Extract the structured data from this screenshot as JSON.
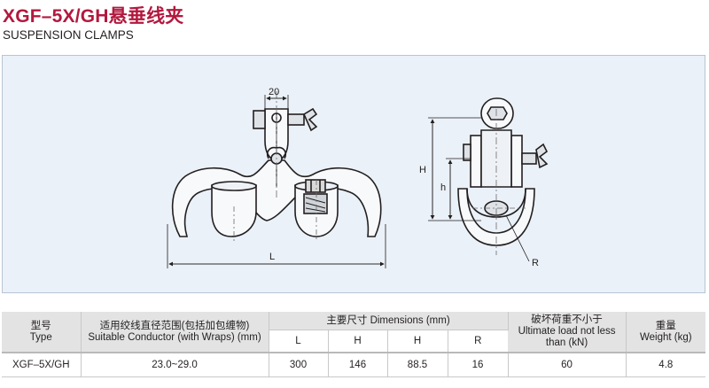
{
  "header": {
    "title": "XGF–5X/GH悬垂线夹",
    "subtitle": "SUSPENSION CLAMPS"
  },
  "drawing": {
    "dim_20": "20",
    "dim_L": "L",
    "dim_H": "H",
    "dim_h": "h",
    "dim_R": "R"
  },
  "table": {
    "col_type_zh": "型号",
    "col_type_en": "Type",
    "col_conductor_zh": "适用绞线直径范围(包括加包缠物)",
    "col_conductor_en": "Suitable Conductor (with Wraps) (mm)",
    "col_dims": "主要尺寸 Dimensions (mm)",
    "dim_headers": [
      "L",
      "H",
      "H",
      "R"
    ],
    "col_load_zh": "破坏荷重不小于",
    "col_load_en": "Ultimate load not less than (kN)",
    "col_weight_zh": "重量",
    "col_weight_en": "Weight (kg)",
    "rows": [
      {
        "type": "XGF–5X/GH",
        "conductor": "23.0~29.0",
        "L": "300",
        "H1": "146",
        "H2": "88.5",
        "R": "16",
        "load": "60",
        "weight": "4.8"
      }
    ]
  }
}
